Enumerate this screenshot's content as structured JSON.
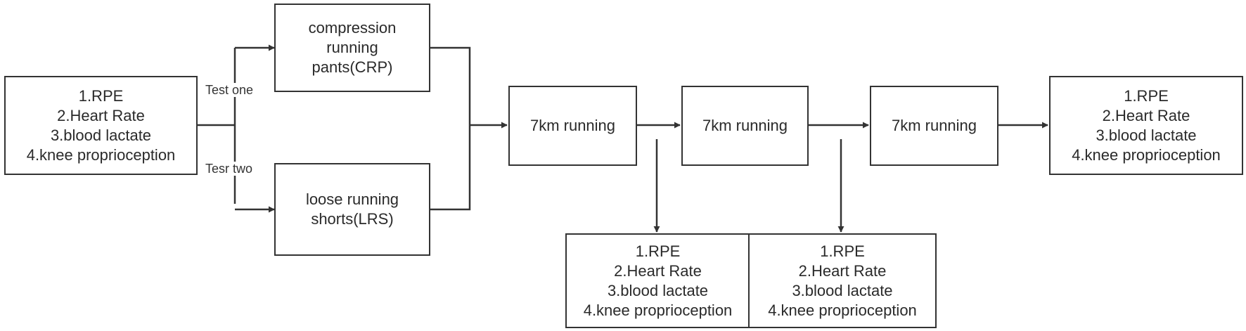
{
  "colors": {
    "line": "#333333",
    "text": "#2a2a2a",
    "background": "#ffffff"
  },
  "measures_box_lines": [
    "1.RPE",
    "2.Heart Rate",
    "3.blood lactate",
    "4.knee proprioception"
  ],
  "condition_crp_lines": [
    "compression",
    "running",
    "pants(CRP)"
  ],
  "condition_lrs_lines": [
    "loose running",
    "shorts(LRS)"
  ],
  "test_labels": {
    "one": "Test one",
    "two": "Tesr two"
  },
  "running_label": "7km running"
}
